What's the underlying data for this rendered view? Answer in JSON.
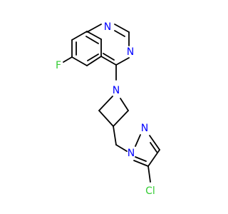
{
  "molecule": {
    "atoms": {
      "n1": {
        "text": "N",
        "color": "#0000ff"
      },
      "n3": {
        "text": "N",
        "color": "#0000ff"
      },
      "f": {
        "text": "F",
        "color": "#33cc33"
      },
      "n_azetidine": {
        "text": "N",
        "color": "#0000ff"
      },
      "n_pyrazole_1": {
        "text": "N",
        "color": "#0000ff"
      },
      "n_pyrazole_2": {
        "text": "N",
        "color": "#0000ff"
      },
      "cl": {
        "text": "Cl",
        "color": "#33cc33"
      }
    },
    "bond_color": "#000000"
  }
}
